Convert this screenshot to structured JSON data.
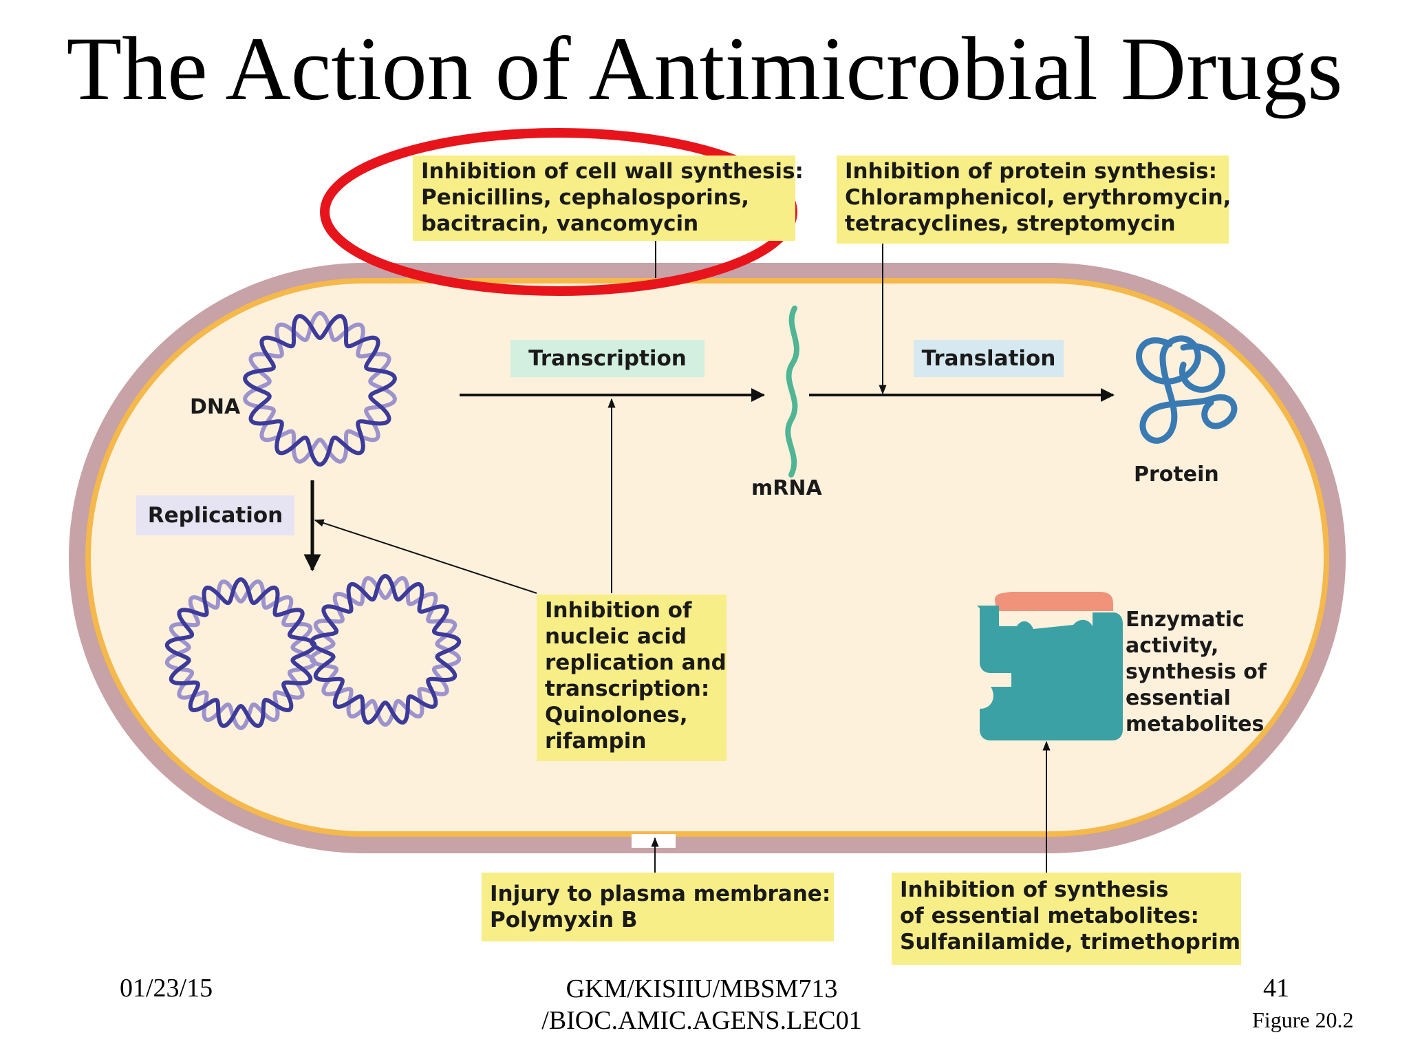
{
  "title": "The Action of Antimicrobial Drugs",
  "boxes": {
    "cell_wall": [
      "Inhibition of cell wall synthesis:",
      "Penicillins, cephalosporins,",
      "bacitracin, vancomycin"
    ],
    "protein": [
      "Inhibition of protein synthesis:",
      "Chloramphenicol, erythromycin,",
      "tetracyclines, streptomycin"
    ],
    "nucleic_acid": [
      "Inhibition of",
      "nucleic acid",
      "replication and",
      "transcription:",
      "Quinolones,",
      "rifampin"
    ],
    "membrane": [
      "Injury to plasma membrane:",
      "Polymyxin B"
    ],
    "metabolites": [
      "Inhibition of synthesis",
      "of essential metabolites:",
      "Sulfanilamide, trimethoprim"
    ]
  },
  "process_tags": {
    "transcription": "Transcription",
    "translation": "Translation",
    "replication": "Replication"
  },
  "labels": {
    "dna": "DNA",
    "mrna": "mRNA",
    "protein": "Protein",
    "enzyme": [
      "Enzymatic",
      "activity,",
      "synthesis of",
      "essential",
      "metabolites"
    ]
  },
  "footer": {
    "date": "01/23/15",
    "course_line1": "GKM/KISIIU/MBSM713",
    "course_line2": "/BIOC.AMIC.AGENS.LEC01",
    "page": "41",
    "figure": "Figure 20.2"
  },
  "colors": {
    "cell_wall_outer": "#c7a2a6",
    "membrane": "#f5b84b",
    "cytoplasm": "#fdf1dc",
    "drug_box": "#f7ee87",
    "transcription_tag": "#d3efe0",
    "translation_tag": "#d6e8f0",
    "replication_tag": "#e6e3f2",
    "highlight_ellipse": "#e8141b",
    "dna_dark": "#3d3b99",
    "dna_light": "#9d93cc",
    "mrna": "#4fb595",
    "protein": "#3a7ab3",
    "enzyme": "#3ca1a4",
    "substrate": "#f0937a"
  }
}
